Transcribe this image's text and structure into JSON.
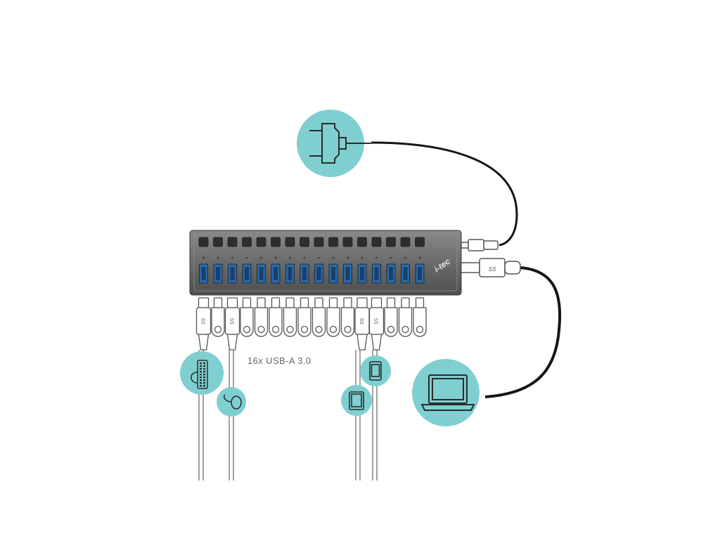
{
  "diagram": {
    "port_label": "16x USB-A 3.0",
    "brand_logo_text": "i-tec",
    "usb_ss_mark": "SS",
    "port_count": 16,
    "icons": {
      "power": "power-plug-icon",
      "laptop": "laptop-icon",
      "keyboard": "keyboard-icon",
      "mouse": "mouse-icon",
      "tablet": "tablet-icon",
      "phone": "smartphone-icon"
    },
    "colors": {
      "circle": "#7fcfd1",
      "hub_body": "#6b6b6b",
      "hub_dark": "#4a4a4a",
      "button": "#2e2e2e",
      "led": "#3a3a3a",
      "port": "#2a6aa8",
      "port_inner": "#1a3f6b",
      "cable": "#151515",
      "outline": "#555555"
    }
  }
}
